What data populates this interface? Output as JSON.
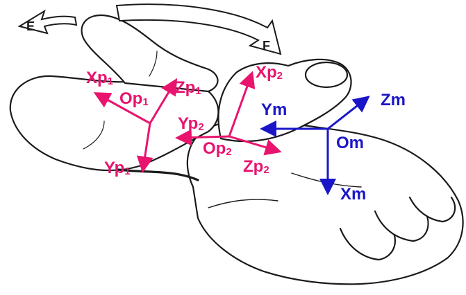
{
  "colors": {
    "finger_frame": "#e8146e",
    "palm_frame": "#1a16c8",
    "outline": "#1a1a1a",
    "arrow_fill": "#ffffff"
  },
  "finger_frame_1": {
    "x": {
      "base": "Xp",
      "sub": "1"
    },
    "y": {
      "base": "Yp",
      "sub": "1"
    },
    "z": {
      "base": "Zp",
      "sub": "1"
    },
    "origin": {
      "base": "Op",
      "sub": "1"
    }
  },
  "finger_frame_2": {
    "x": {
      "base": "Xp",
      "sub": "2"
    },
    "y": {
      "base": "Yp",
      "sub": "2"
    },
    "z": {
      "base": "Zp",
      "sub": "2"
    },
    "origin": {
      "base": "Op",
      "sub": "2"
    }
  },
  "palm_frame": {
    "x": "Xm",
    "y": "Ym",
    "z": "Zm",
    "origin": "Om"
  },
  "motion_arrows": {
    "extension_label": "E",
    "flexion_label": "F"
  }
}
